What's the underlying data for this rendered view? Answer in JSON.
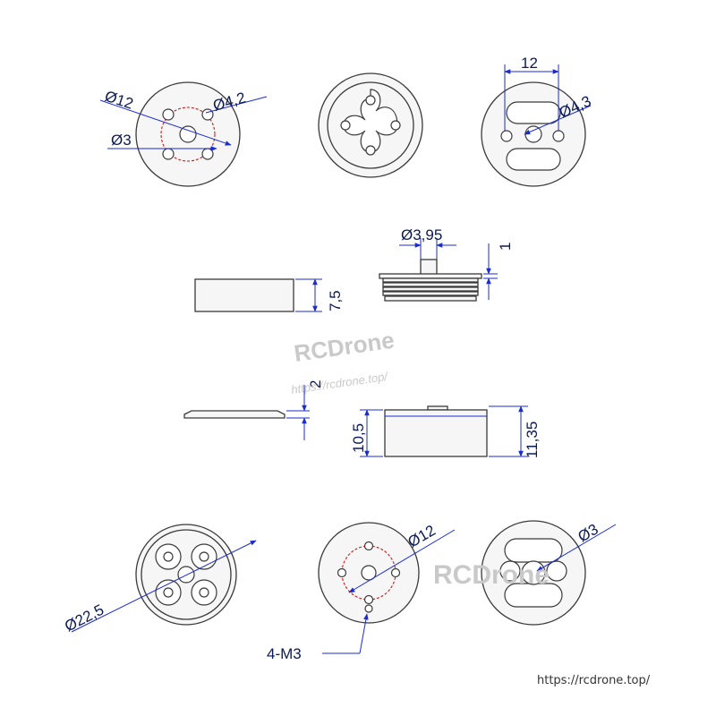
{
  "views": {
    "top_left": {
      "dia_outer": "Ø12",
      "dia_center": "Ø4,2",
      "dia_hole": "Ø3"
    },
    "top_right": {
      "spacing": "12",
      "dia": "Ø4,3"
    },
    "side_thread": {
      "dia_shaft": "Ø3,95",
      "height": "1"
    },
    "side_block": {
      "height": "7,5"
    },
    "side_thin": {
      "height": "2"
    },
    "side_cap": {
      "inner": "10,5",
      "outer": "11,35"
    },
    "bottom_left": {
      "dia": "Ø22,5"
    },
    "bottom_middle": {
      "dia": "Ø12",
      "holes": "4-M3"
    },
    "bottom_right": {
      "dia": "Ø3"
    }
  },
  "watermark": {
    "brand": "RCDrone",
    "url": "https://rcdrone.top/"
  },
  "footer_url": "https://rcdrone.top/",
  "colors": {
    "dimension": "#1a2bd0",
    "outline": "#3a3a3a",
    "hidden": "#d01a1a",
    "text": "#0b1a55"
  }
}
